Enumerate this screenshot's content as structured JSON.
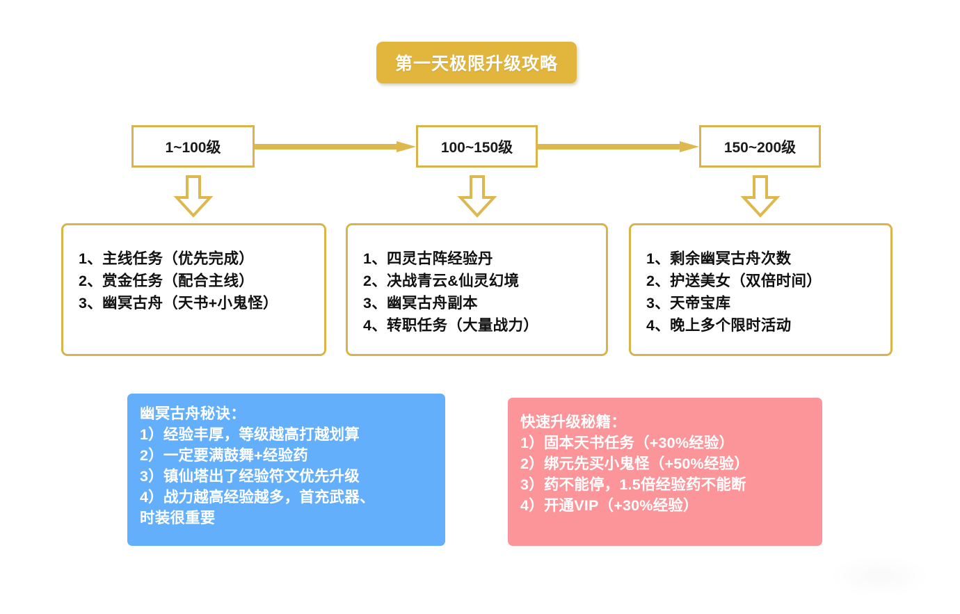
{
  "title": {
    "text": "第一天极限升级攻略",
    "bg_color": "#E2B53C",
    "text_color": "#FFFFFF"
  },
  "theme": {
    "gold": "#D8B44A",
    "gold_arrow": "#DCB84E",
    "blue_panel": "#64AFFB",
    "pink_panel": "#FC9599",
    "text_dark": "#111111",
    "page_bg": "#FFFFFF"
  },
  "stages": [
    {
      "label": "1~100级"
    },
    {
      "label": "100~150级"
    },
    {
      "label": "150~200级"
    }
  ],
  "connectors": [
    {
      "icon": "right-arrow-icon",
      "from": "1~100级",
      "to": "100~150级"
    },
    {
      "icon": "right-arrow-icon",
      "from": "100~150级",
      "to": "150~200级"
    }
  ],
  "down_arrows": [
    {
      "icon": "down-arrow-icon"
    },
    {
      "icon": "down-arrow-icon"
    },
    {
      "icon": "down-arrow-icon"
    }
  ],
  "task_boxes": [
    {
      "lines": [
        "1、主线任务（优先完成）",
        "2、赏金任务（配合主线）",
        "3、幽冥古舟（天书+小鬼怪）"
      ]
    },
    {
      "lines": [
        "1、四灵古阵经验丹",
        "2、决战青云&仙灵幻境",
        "3、幽冥古舟副本",
        "4、转职任务（大量战力）"
      ]
    },
    {
      "lines": [
        "1、剩余幽冥古舟次数",
        "2、护送美女（双倍时间）",
        "3、天帝宝库",
        "4、晚上多个限时活动"
      ]
    }
  ],
  "tip_panels": [
    {
      "heading": "幽冥古舟秘诀：",
      "lines": [
        "1）经验丰厚，等级越高打越划算",
        "2）一定要满鼓舞+经验药",
        "3）镇仙塔出了经验符文优先升级",
        "4）战力越高经验越多，首充武器、",
        "时装很重要"
      ],
      "bg_color": "#64AFFB"
    },
    {
      "heading": "快速升级秘籍：",
      "lines": [
        "1）固本天书任务（+30%经验）",
        "2）绑元先买小鬼怪（+50%经验）",
        "3）药不能停，1.5倍经验药不能断",
        "4）开通VIP（+30%经验）"
      ],
      "bg_color": "#FC9599"
    }
  ]
}
